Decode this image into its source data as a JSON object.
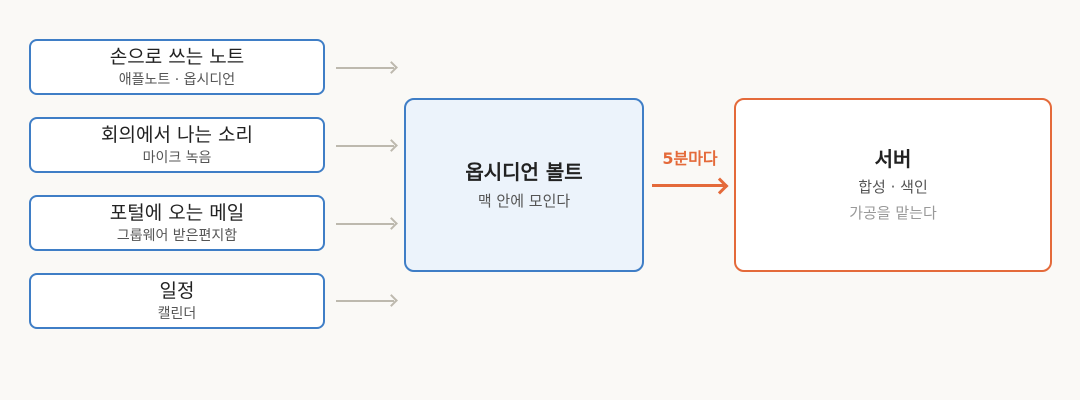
{
  "sources": [
    {
      "title": "손으로 쓰는 노트",
      "subtitle": "애플노트 · 옵시디언"
    },
    {
      "title": "회의에서 나는 소리",
      "subtitle": "마이크 녹음"
    },
    {
      "title": "포털에 오는 메일",
      "subtitle": "그룹웨어 받은편지함"
    },
    {
      "title": "일정",
      "subtitle": "캘린더"
    }
  ],
  "vault": {
    "title": "옵시디언 볼트",
    "subtitle": "맥 안에 모인다"
  },
  "sync": {
    "label": "5분마다"
  },
  "server": {
    "title": "서버",
    "subtitle": "합성 · 색인",
    "note": "가공을 맡는다"
  },
  "colors": {
    "source_border": "#3f7ec6",
    "vault_fill": "#ecf3fb",
    "server_border": "#e46a3a",
    "sync_arrow": "#e46a3a",
    "input_arrow": "#bdb9ae",
    "background": "#faf9f6"
  }
}
